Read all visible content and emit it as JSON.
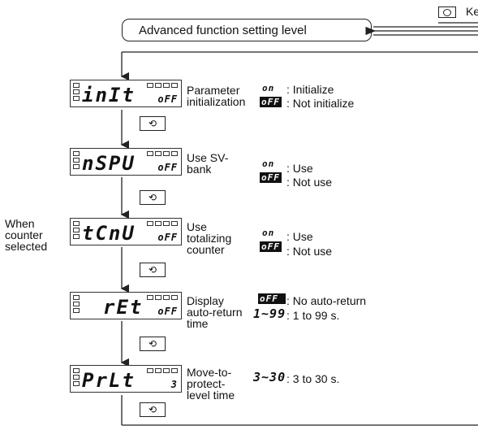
{
  "header": {
    "level_title": "Advanced function setting level",
    "key_label": "Ke"
  },
  "side_note": [
    "When",
    "counter",
    "selected"
  ],
  "steps": [
    {
      "display": "inIt",
      "display_sv": "oFF",
      "name": [
        "Parameter",
        "initialization"
      ],
      "options": [
        {
          "code": "on",
          "inverted": false,
          "text": ": Initialize"
        },
        {
          "code": "oFF",
          "inverted": true,
          "text": ": Not initialize"
        }
      ]
    },
    {
      "display": "nSPU",
      "display_sv": "oFF",
      "name": [
        "Use SV-",
        "bank"
      ],
      "options": [
        {
          "code": "on",
          "inverted": false,
          "text": ": Use"
        },
        {
          "code": "oFF",
          "inverted": true,
          "text": ": Not use"
        }
      ]
    },
    {
      "display": "tCnU",
      "display_sv": "oFF",
      "name": [
        "Use",
        "totalizing",
        "counter"
      ],
      "options": [
        {
          "code": "on",
          "inverted": false,
          "text": ": Use"
        },
        {
          "code": "oFF",
          "inverted": true,
          "text": ": Not use"
        }
      ]
    },
    {
      "display": "rEt",
      "display_sv": "oFF",
      "name": [
        "Display",
        "auto-return",
        "time"
      ],
      "options": [
        {
          "code": "oFF",
          "inverted": true,
          "text": ": No auto-return"
        },
        {
          "code": "1~99",
          "inverted": false,
          "text": ": 1 to 99 s."
        }
      ]
    },
    {
      "display": "PrLt",
      "display_sv": "3",
      "name": [
        "Move-to-",
        "protect-",
        "level time"
      ],
      "options": [
        {
          "code": "3~30",
          "inverted": false,
          "text": ": 3 to 30 s."
        }
      ]
    }
  ],
  "mode_key_symbol": "⟲"
}
